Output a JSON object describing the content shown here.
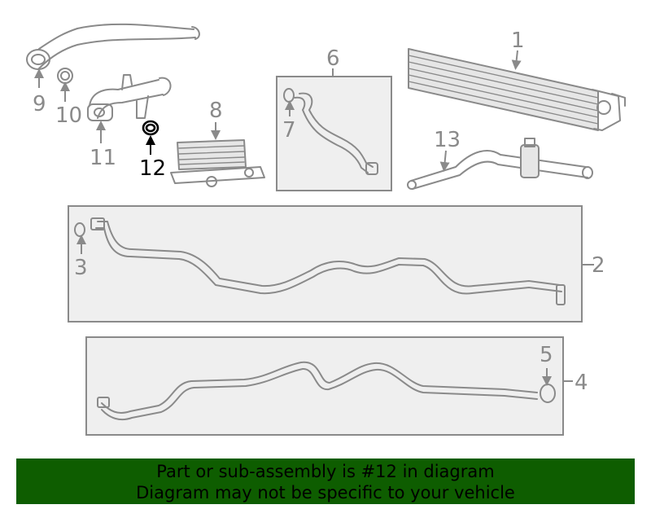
{
  "diagram": {
    "callouts": [
      {
        "id": "1",
        "label": "1"
      },
      {
        "id": "2",
        "label": "2"
      },
      {
        "id": "3",
        "label": "3"
      },
      {
        "id": "4",
        "label": "4"
      },
      {
        "id": "5",
        "label": "5"
      },
      {
        "id": "6",
        "label": "6"
      },
      {
        "id": "7",
        "label": "7"
      },
      {
        "id": "8",
        "label": "8"
      },
      {
        "id": "9",
        "label": "9"
      },
      {
        "id": "10",
        "label": "10"
      },
      {
        "id": "11",
        "label": "11"
      },
      {
        "id": "12",
        "label": "12"
      },
      {
        "id": "13",
        "label": "13"
      }
    ],
    "highlighted_part": "12",
    "colors": {
      "part_stroke": "#8a8a8a",
      "highlight": "#000000",
      "banner_bg": "#0e5d00",
      "box_fill": "#efefef"
    }
  },
  "banner": {
    "line1": "Part or sub-assembly is #12 in diagram",
    "line2": "Diagram may not be specific to your vehicle"
  }
}
